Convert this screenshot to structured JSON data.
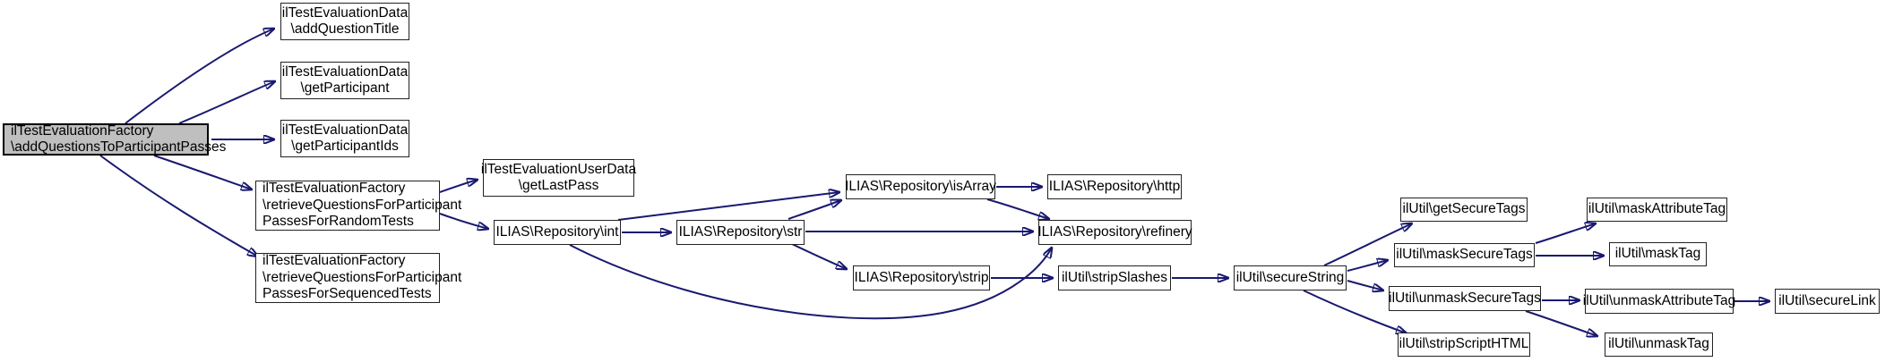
{
  "diagram": {
    "type": "call-graph",
    "colors": {
      "background": "#ffffff",
      "edge": "#191970",
      "node_fill": "#ffffff",
      "node_border": "#222222",
      "root_fill": "#bfbfbf",
      "text": "#000000"
    },
    "nodes": [
      {
        "id": "root",
        "label": "ilTestEvaluationFactory\n\\addQuestionsToParticipantPasses"
      },
      {
        "id": "addQuestionTitle",
        "label": "ilTestEvaluationData\n\\addQuestionTitle"
      },
      {
        "id": "getParticipant",
        "label": "ilTestEvaluationData\n\\getParticipant"
      },
      {
        "id": "getParticipantIds",
        "label": "ilTestEvaluationData\n\\getParticipantIds"
      },
      {
        "id": "retrieveRandom",
        "label": "ilTestEvaluationFactory\n\\retrieveQuestionsForParticipant\nPassesForRandomTests"
      },
      {
        "id": "retrieveSequenced",
        "label": "ilTestEvaluationFactory\n\\retrieveQuestionsForParticipant\nPassesForSequencedTests"
      },
      {
        "id": "getLastPass",
        "label": "ilTestEvaluationUserData\n\\getLastPass"
      },
      {
        "id": "int",
        "label": "ILIAS\\Repository\\int"
      },
      {
        "id": "str",
        "label": "ILIAS\\Repository\\str"
      },
      {
        "id": "isArray",
        "label": "ILIAS\\Repository\\isArray"
      },
      {
        "id": "http",
        "label": "ILIAS\\Repository\\http"
      },
      {
        "id": "refinery",
        "label": "ILIAS\\Repository\\refinery"
      },
      {
        "id": "strip",
        "label": "ILIAS\\Repository\\strip"
      },
      {
        "id": "stripSlashes",
        "label": "ilUtil\\stripSlashes"
      },
      {
        "id": "secureString",
        "label": "ilUtil\\secureString"
      },
      {
        "id": "getSecureTags",
        "label": "ilUtil\\getSecureTags"
      },
      {
        "id": "maskSecureTags",
        "label": "ilUtil\\maskSecureTags"
      },
      {
        "id": "unmaskSecureTags",
        "label": "ilUtil\\unmaskSecureTags"
      },
      {
        "id": "stripScriptHTML",
        "label": "ilUtil\\stripScriptHTML"
      },
      {
        "id": "maskAttributeTag",
        "label": "ilUtil\\maskAttributeTag"
      },
      {
        "id": "maskTag",
        "label": "ilUtil\\maskTag"
      },
      {
        "id": "unmaskAttributeTag",
        "label": "ilUtil\\unmaskAttributeTag"
      },
      {
        "id": "unmaskTag",
        "label": "ilUtil\\unmaskTag"
      },
      {
        "id": "secureLink",
        "label": "ilUtil\\secureLink"
      }
    ],
    "edges": [
      {
        "from": "root",
        "to": "addQuestionTitle"
      },
      {
        "from": "root",
        "to": "getParticipant"
      },
      {
        "from": "root",
        "to": "getParticipantIds"
      },
      {
        "from": "root",
        "to": "retrieveRandom"
      },
      {
        "from": "root",
        "to": "retrieveSequenced"
      },
      {
        "from": "retrieveRandom",
        "to": "getLastPass"
      },
      {
        "from": "retrieveRandom",
        "to": "int"
      },
      {
        "from": "int",
        "to": "str"
      },
      {
        "from": "int",
        "to": "isArray"
      },
      {
        "from": "int",
        "to": "refinery"
      },
      {
        "from": "str",
        "to": "isArray"
      },
      {
        "from": "str",
        "to": "refinery"
      },
      {
        "from": "str",
        "to": "strip"
      },
      {
        "from": "isArray",
        "to": "http"
      },
      {
        "from": "isArray",
        "to": "refinery"
      },
      {
        "from": "strip",
        "to": "stripSlashes"
      },
      {
        "from": "stripSlashes",
        "to": "secureString"
      },
      {
        "from": "secureString",
        "to": "getSecureTags"
      },
      {
        "from": "secureString",
        "to": "maskSecureTags"
      },
      {
        "from": "secureString",
        "to": "unmaskSecureTags"
      },
      {
        "from": "secureString",
        "to": "stripScriptHTML"
      },
      {
        "from": "maskSecureTags",
        "to": "maskAttributeTag"
      },
      {
        "from": "maskSecureTags",
        "to": "maskTag"
      },
      {
        "from": "unmaskSecureTags",
        "to": "unmaskAttributeTag"
      },
      {
        "from": "unmaskSecureTags",
        "to": "unmaskTag"
      },
      {
        "from": "unmaskAttributeTag",
        "to": "secureLink"
      }
    ]
  }
}
